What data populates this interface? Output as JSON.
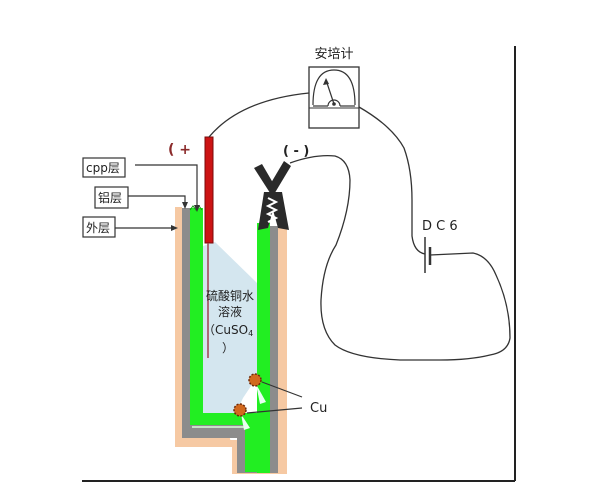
{
  "ammeter": {
    "label": "安培计"
  },
  "electrodes": {
    "positive_label": "( +",
    "negative_label": "( - )"
  },
  "battery": {
    "label": "D C 6"
  },
  "layers": [
    {
      "label": "cpp层"
    },
    {
      "label": "铝层"
    },
    {
      "label": "外层"
    }
  ],
  "solution": {
    "line1": "硫酸铜水",
    "line2": "溶液",
    "line3": "（CuSO",
    "line3_sub": "4",
    "line4": "）"
  },
  "deposit": {
    "label": "Cu"
  },
  "colors": {
    "outer_layer": "#f6c9a3",
    "aluminum_layer": "#8c8c8c",
    "cpp_layer": "#22ee22",
    "solution": "#d4e6ef",
    "anode": "#cc1414",
    "positive_text": "#8b2b2b",
    "copper": "#d2691e",
    "clip": "#2a2a2a",
    "wire": "#333333"
  }
}
